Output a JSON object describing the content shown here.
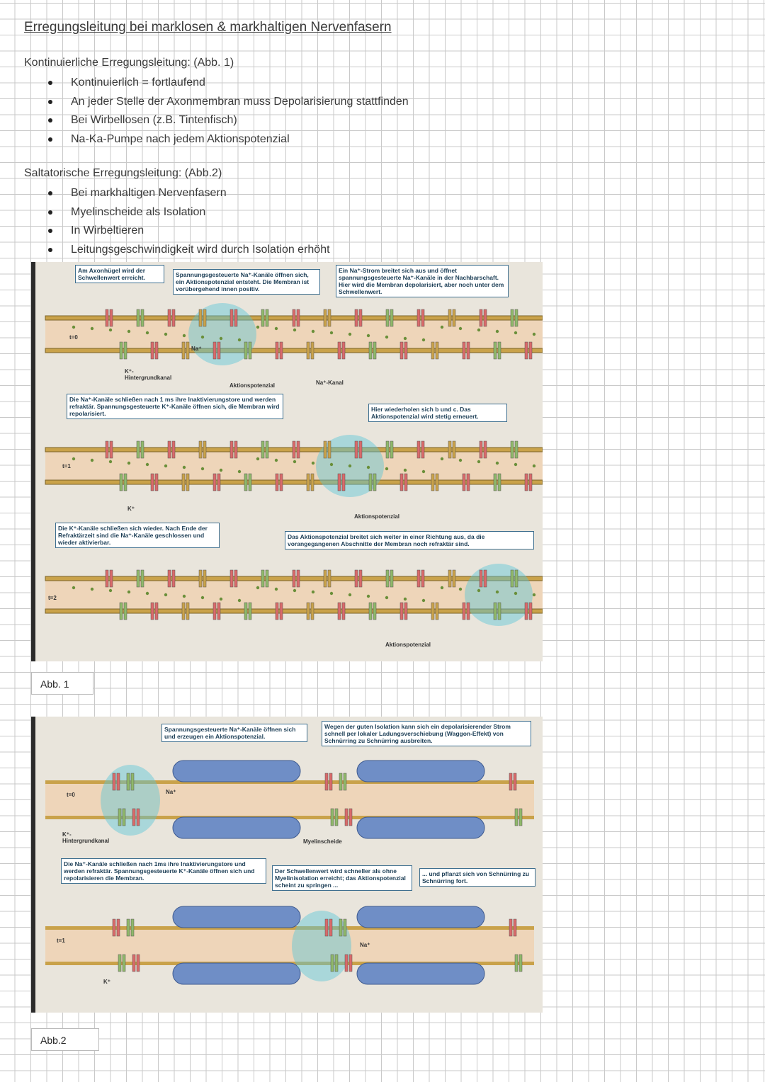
{
  "title": "Erregungsleitung bei marklosen & markhaltigen Nervenfasern",
  "sections": [
    {
      "heading": "Kontinuierliche Erregungsleitung: (Abb. 1)",
      "bullets": [
        "Kontinuierlich = fortlaufend",
        "An jeder Stelle der Axonmembran muss Depolarisierung stattfinden",
        "Bei Wirbellosen (z.B. Tintenfisch)",
        "Na-Ka-Pumpe nach jedem Aktionspotenzial"
      ]
    },
    {
      "heading": "Saltatorische Erregungsleitung: (Abb.2)",
      "bullets": [
        "Bei markhaltigen Nervenfasern",
        "Myelinscheide als Isolation",
        "In Wirbeltieren",
        "Leitungsgeschwindigkeit wird durch Isolation erhöht"
      ]
    }
  ],
  "figure1": {
    "caption": "Abb. 1",
    "callouts": [
      "Am Axonhügel wird der Schwellenwert erreicht.",
      "Spannungsgesteuerte Na⁺-Kanäle öffnen sich, ein Aktionspotenzial entsteht. Die Membran ist vorübergehend innen positiv.",
      "Ein Na⁺-Strom breitet sich aus und öffnet spannungsgesteuerte Na⁺-Kanäle in der Nachbarschaft. Hier wird die Membran depolarisiert, aber noch unter dem Schwellenwert.",
      "Die Na⁺-Kanäle schließen nach 1 ms ihre Inaktivierungstore und werden refraktär. Spannungsgesteuerte K⁺-Kanäle öffnen sich, die Membran wird repolarisiert.",
      "Hier wiederholen sich b und c. Das Aktionspotenzial wird stetig erneuert.",
      "Die K⁺-Kanäle schließen sich wieder. Nach Ende der Refraktärzeit sind die Na⁺-Kanäle geschlossen und wieder aktivierbar.",
      "Das Aktionspotenzial breitet sich weiter in einer Richtung aus, da die vorangegangenen Abschnitte der Membran noch refraktär sind."
    ],
    "labels": {
      "t0": "t=0",
      "t1": "t=1",
      "t2": "t=2",
      "k_channel": "K⁺-Hintergrundkanal",
      "ap": "Aktionspotenzial",
      "na_channel": "Na⁺-Kanal",
      "na": "Na⁺",
      "k": "K⁺"
    }
  },
  "figure2": {
    "caption": "Abb.2",
    "callouts": [
      "Spannungsgesteuerte Na⁺-Kanäle öffnen sich und erzeugen ein Aktionspotenzial.",
      "Wegen der guten Isolation kann sich ein depolarisierender Strom schnell per lokaler Ladungsverschiebung (Waggon-Effekt) von Schnürring zu Schnürring ausbreiten.",
      "Die Na⁺-Kanäle schließen nach 1ms ihre Inaktivierungstore und werden refraktär. Spannungsgesteuerte K⁺-Kanäle öffnen sich und repolarisieren die Membran.",
      "Der Schwellenwert wird schneller als ohne Myelinisolation erreicht; das Aktionspotenzial scheint zu springen ...",
      "... und pflanzt sich von Schnürring zu Schnürring fort."
    ],
    "labels": {
      "t0": "t=0",
      "t1": "t=1",
      "k_channel": "K⁺-Hintergrundkanal",
      "myelin": "Myelinscheide",
      "na": "Na⁺",
      "k": "K⁺"
    }
  }
}
